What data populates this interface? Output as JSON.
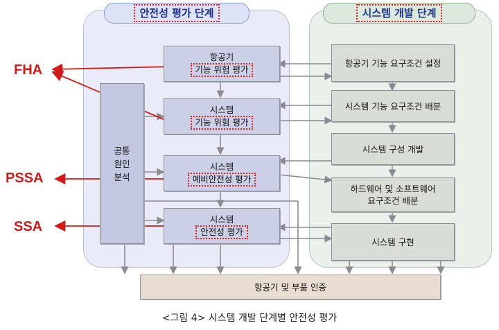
{
  "safety_phase": {
    "title": "안전성 평가 단계",
    "boxes": [
      {
        "line1": "항공기",
        "line2": "기능 위험 평가"
      },
      {
        "line1": "시스템",
        "line2": "기능 위험 평가"
      },
      {
        "line1": "시스템",
        "line2": "예비안전성 평가"
      },
      {
        "line1": "시스템",
        "line2": "안전성 평가"
      }
    ],
    "common_cause": [
      "공통",
      "원인",
      "분석"
    ]
  },
  "dev_phase": {
    "title": "시스템 개발 단계",
    "boxes": [
      {
        "line1": "항공기 기능 요구조건 설정",
        "line2": ""
      },
      {
        "line1": "시스템 기능 요구조건 배분",
        "line2": ""
      },
      {
        "line1": "시스템 구성 개발",
        "line2": ""
      },
      {
        "line1": "하드웨어 및 소프트웨어",
        "line2": "요구조건 배분"
      },
      {
        "line1": "시스템 구현",
        "line2": ""
      }
    ]
  },
  "bottom_box": "항공기 및 부품 인증",
  "annotations": {
    "fha": "FHA",
    "pssa": "PSSA",
    "ssa": "SSA"
  },
  "caption": "<그림 4> 시스템 개발 단계별 안전성 평가",
  "colors": {
    "highlight": "#e21b1b",
    "annotation": "#d61818",
    "tab_text": "#1f2f8a"
  }
}
